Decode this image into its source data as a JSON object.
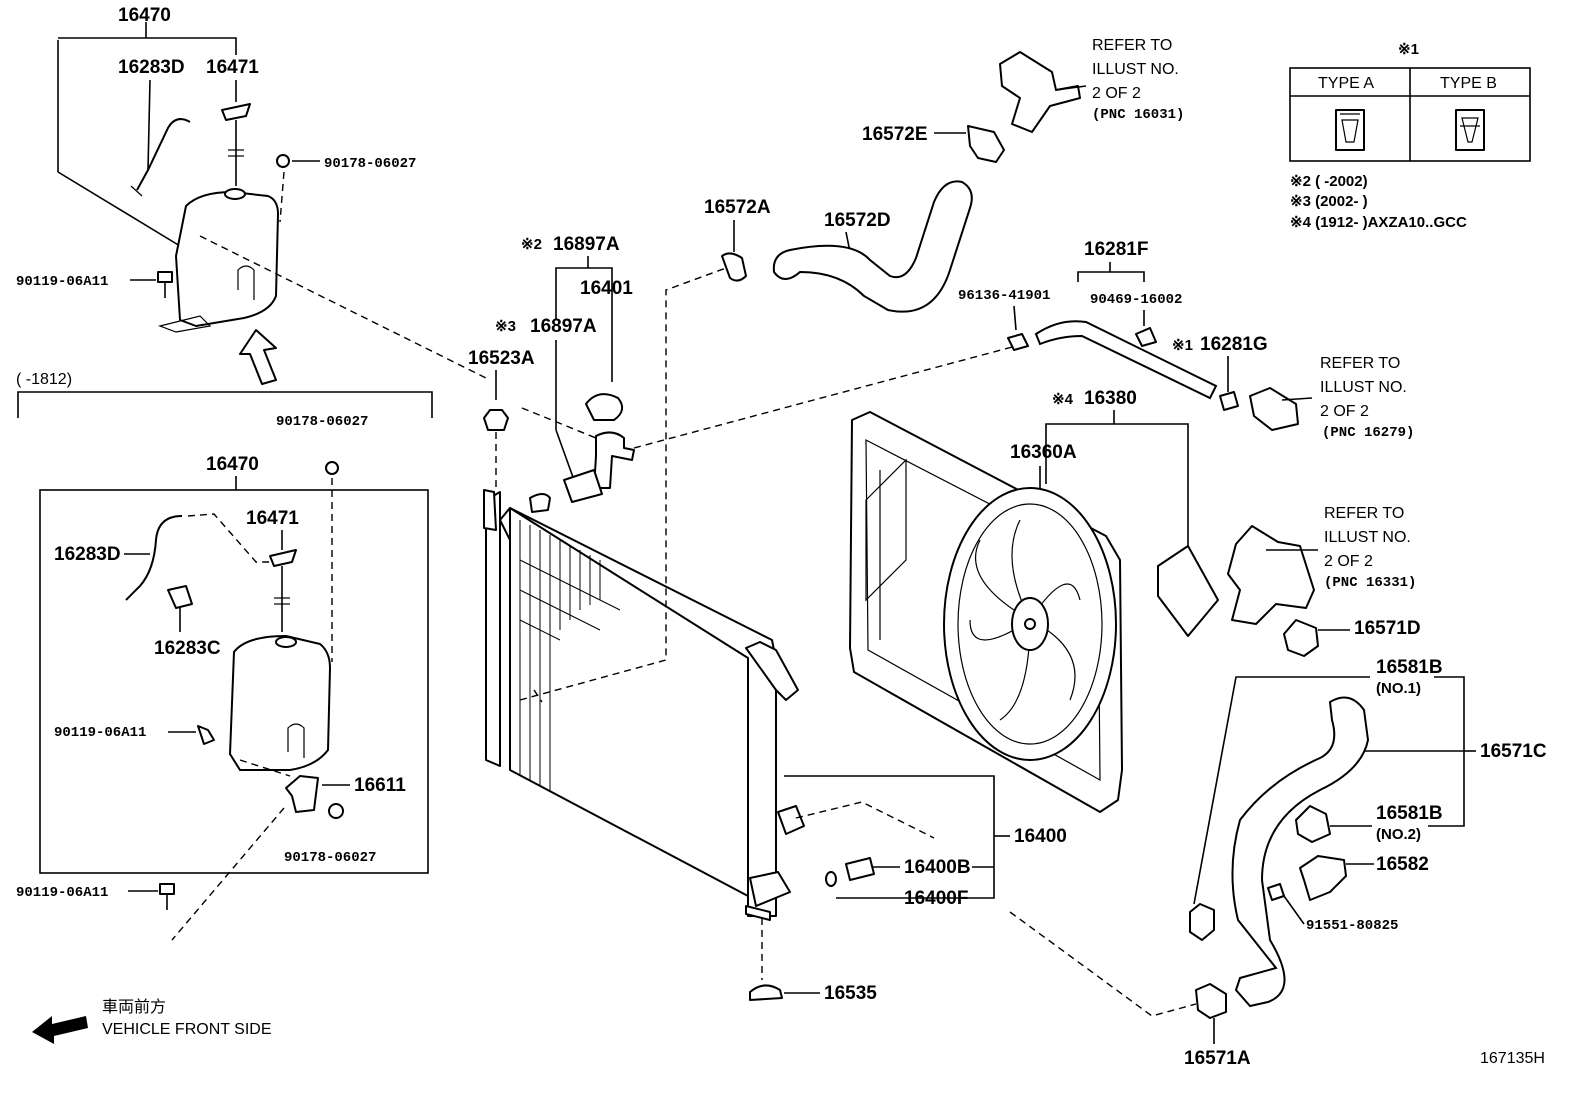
{
  "labels": {
    "p16470_top": "16470",
    "p16283D_top": "16283D",
    "p16471_top": "16471",
    "p90178_top": "90178-06027",
    "p90119_top": "90119-06A11",
    "range_1812": "(      -1812)",
    "p90178_mid": "90178-06027",
    "p16470_mid": "16470",
    "p16471_mid": "16471",
    "p16283D_mid": "16283D",
    "p16283C": "16283C",
    "p90119_mid": "90119-06A11",
    "p16611": "16611",
    "p90178_low": "90178-06027",
    "p90119_low": "90119-06A11",
    "p16897A_2": "16897A",
    "p16401": "16401",
    "p16897A_3": "16897A",
    "p16523A": "16523A",
    "p16572A": "16572A",
    "p16572D": "16572D",
    "p16572E": "16572E",
    "p16281F": "16281F",
    "p96136": "96136-41901",
    "p90469": "90469-16002",
    "p16281G": "16281G",
    "p16380": "16380",
    "p16360A": "16360A",
    "p16571D": "16571D",
    "p16581B_1": "16581B",
    "no1": "(NO.1)",
    "p16571C": "16571C",
    "p16581B_2": "16581B",
    "no2": "(NO.2)",
    "p16582": "16582",
    "p91551": "91551-80825",
    "p16400": "16400",
    "p16400B": "16400B",
    "p16400F": "16400F",
    "p16535": "16535",
    "p16571A": "16571A",
    "diagram_code": "167135H"
  },
  "marks": {
    "note1": "※1",
    "note2": "※2",
    "note3": "※3",
    "note4": "※4"
  },
  "references": {
    "ref1_line1": "REFER TO",
    "ref1_line2": "ILLUST NO.",
    "ref1_line3": "2 OF 2",
    "ref1_line4": "(PNC 16031)",
    "ref2_line1": "REFER TO",
    "ref2_line2": "ILLUST NO.",
    "ref2_line3": "2 OF 2",
    "ref2_line4": "(PNC 16279)",
    "ref3_line1": "REFER TO",
    "ref3_line2": "ILLUST NO.",
    "ref3_line3": "2 OF 2",
    "ref3_line4": "(PNC 16331)"
  },
  "legend": {
    "title": "※1",
    "type_a": "TYPE A",
    "type_b": "TYPE B",
    "note2": "※2 (       -2002)",
    "note3": "※3 (2002-        )",
    "note4": "※4 (1912-        )AXZA10..GCC"
  },
  "orientation": {
    "japanese": "車両前方",
    "english": "VEHICLE FRONT SIDE"
  }
}
